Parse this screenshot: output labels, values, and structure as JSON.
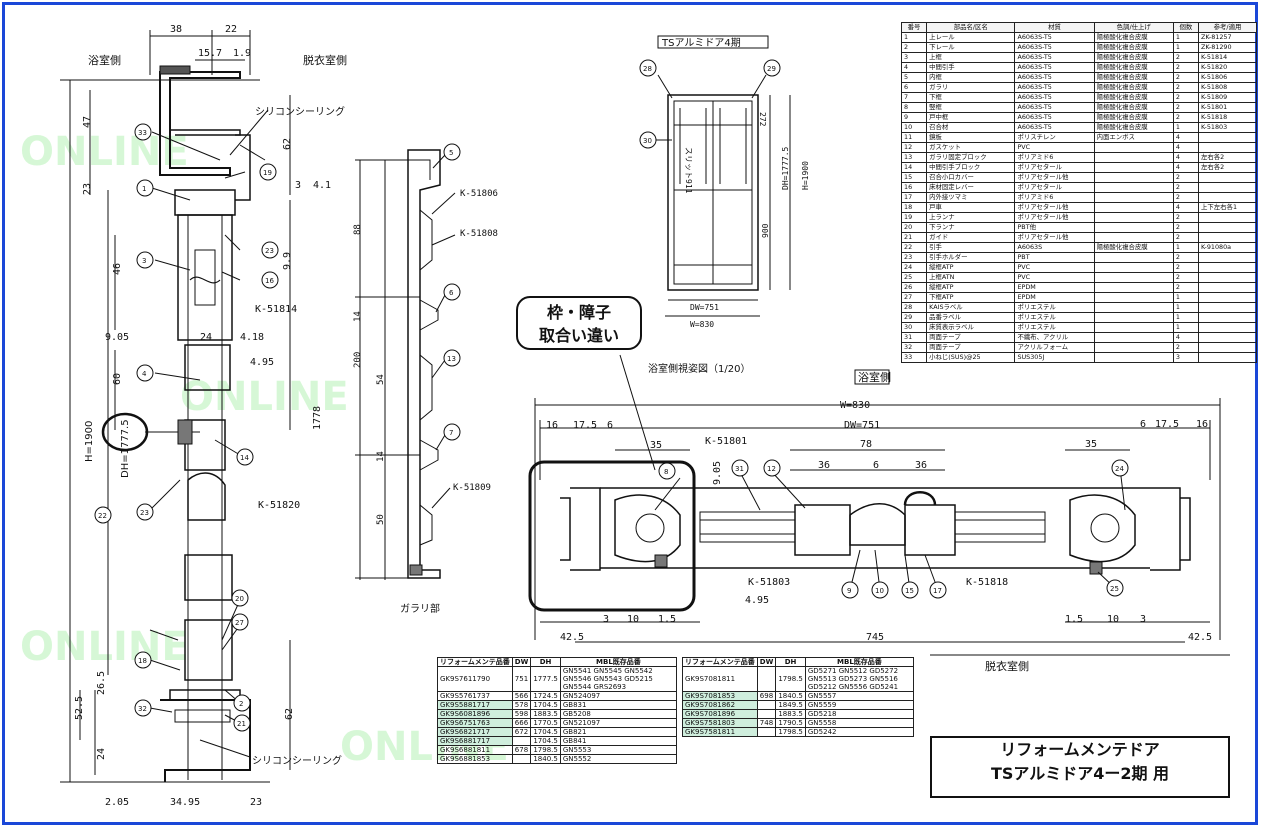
{
  "watermark": "ONLINE",
  "labels": {
    "bath_side_left": "浴室側",
    "dressing_side_left": "脱衣室側",
    "silicone_top": "シリコンシーリング",
    "silicone_bottom": "シリコンシーリング",
    "garari": "ガラリ部",
    "ts_door_title": "TSアルミドア4期",
    "bath_view": "浴室側視姿図（1/20）",
    "bath_side_right": "浴室側",
    "dressing_side_right": "脱衣室側",
    "callout_line1": "枠・障子",
    "callout_line2": "取合い違い",
    "h1900": "H=1900",
    "dh17775": "DH=1777.5"
  },
  "dims_left": {
    "d38": "38",
    "d22": "22",
    "d157": "15.7",
    "d19": "1.9",
    "d47": "47",
    "d62a": "62",
    "d23": "23",
    "d3": "3",
    "d41": "4.1",
    "d99": "9.9",
    "d46": "46",
    "d905": "9.05",
    "d24": "24",
    "d418": "4.18",
    "d495": "4.95",
    "d60": "60",
    "d1778": "1778",
    "d265": "26.5",
    "d525": "52.5",
    "d24b": "24",
    "d62b": "62",
    "d205": "2.05",
    "d3495": "34.95",
    "d23b": "23"
  },
  "codes_left": [
    "K-51814",
    "K-51820"
  ],
  "codes_mid": [
    "K-51806",
    "K-51808",
    "K-51809"
  ],
  "dims_mid": [
    "88",
    "14",
    "200",
    "54",
    "14",
    "50"
  ],
  "dims_door": {
    "dh": "DH=1777.5",
    "h": "H=1900",
    "dw": "DW=751",
    "w": "W=830",
    "d272": "272",
    "d900": "900",
    "slit": "スリット911"
  },
  "section": {
    "w": "W=830",
    "dw": "DW=751",
    "d16": "16",
    "d175a": "17.5",
    "d6a": "6",
    "d35a": "35",
    "code1": "K-51801",
    "d78": "78",
    "d36a": "36",
    "d6b": "6",
    "d36b": "36",
    "d35b": "35",
    "d6c": "6",
    "d175b": "17.5",
    "d16b": "16",
    "d905": "9.05",
    "code2": "K-51803",
    "code3": "K-51818",
    "d495": "4.95",
    "d3": "3",
    "d10": "10",
    "d15": "1.5",
    "d425a": "42.5",
    "d745": "745",
    "d15b": "1.5",
    "d10b": "10",
    "d3b": "3",
    "d425b": "42.5",
    "d24": "24"
  },
  "bubbles_left": [
    "33",
    "19",
    "1",
    "23",
    "3",
    "16",
    "4",
    "14",
    "22",
    "23",
    "20",
    "27",
    "18",
    "2",
    "21",
    "32"
  ],
  "bubbles_mid": [
    "5",
    "6",
    "13",
    "7"
  ],
  "bubbles_sec": [
    "8",
    "31",
    "12",
    "24",
    "9",
    "10",
    "15",
    "17",
    "25",
    "28",
    "29",
    "30"
  ],
  "parts_table": {
    "headers": [
      "番号",
      "部品名/区名",
      "材質",
      "色調/仕上げ",
      "個数",
      "参考/適用"
    ],
    "rows": [
      [
        "1",
        "上レール",
        "A6063S-T5",
        "陽極酸化複合皮膜",
        "1",
        "ZK-81257"
      ],
      [
        "2",
        "下レール",
        "A6063S-T5",
        "陽極酸化複合皮膜",
        "1",
        "ZK-81290"
      ],
      [
        "3",
        "上框",
        "A6063S-T5",
        "陽極酸化複合皮膜",
        "2",
        "K-51814"
      ],
      [
        "4",
        "中間引手",
        "A6063S-T5",
        "陽極酸化複合皮膜",
        "2",
        "K-51820"
      ],
      [
        "5",
        "内框",
        "A6063S-T5",
        "陽極酸化複合皮膜",
        "2",
        "K-51806"
      ],
      [
        "6",
        "ガラリ",
        "A6063S-T5",
        "陽極酸化複合皮膜",
        "2",
        "K-51808"
      ],
      [
        "7",
        "下框",
        "A6063S-T5",
        "陽極酸化複合皮膜",
        "2",
        "K-51809"
      ],
      [
        "8",
        "竪框",
        "A6063S-T5",
        "陽極酸化複合皮膜",
        "2",
        "K-51801"
      ],
      [
        "9",
        "戸中框",
        "A6063S-T5",
        "陽極酸化複合皮膜",
        "2",
        "K-51818"
      ],
      [
        "10",
        "召合材",
        "A6063S-T5",
        "陽極酸化複合皮膜",
        "1",
        "K-51803"
      ],
      [
        "11",
        "鏡板",
        "ポリスチレン",
        "内面エンボス",
        "4",
        ""
      ],
      [
        "12",
        "ガスケット",
        "PVC",
        "",
        "4",
        ""
      ],
      [
        "13",
        "ガラリ固定ブロック",
        "ポリアミド6",
        "",
        "4",
        "左右各2"
      ],
      [
        "14",
        "中間引手ブロック",
        "ポリアセタール",
        "",
        "4",
        "左右各2"
      ],
      [
        "15",
        "召合小口カバー",
        "ポリアセタール他",
        "",
        "2",
        ""
      ],
      [
        "16",
        "床材固定レバー",
        "ポリアセタール",
        "",
        "2",
        ""
      ],
      [
        "17",
        "内外接ツマミ",
        "ポリアミド6",
        "",
        "2",
        ""
      ],
      [
        "18",
        "戸車",
        "ポリアセタール他",
        "",
        "4",
        "上下左右各1"
      ],
      [
        "19",
        "上ランナ",
        "ポリアセタール他",
        "",
        "2",
        ""
      ],
      [
        "20",
        "下ランナ",
        "PBT他",
        "",
        "2",
        ""
      ],
      [
        "21",
        "ガイド",
        "ポリアセタール他",
        "",
        "2",
        ""
      ],
      [
        "22",
        "引手",
        "A6063S",
        "陽極酸化複合皮膜",
        "1",
        "K-91080a"
      ],
      [
        "23",
        "引手ホルダー",
        "PBT",
        "",
        "2",
        ""
      ],
      [
        "24",
        "縦框ATP",
        "PVC",
        "",
        "2",
        ""
      ],
      [
        "25",
        "上框ATN",
        "PVC",
        "",
        "2",
        ""
      ],
      [
        "26",
        "縦框ATP",
        "EPDM",
        "",
        "2",
        ""
      ],
      [
        "27",
        "下框ATP",
        "EPDM",
        "",
        "1",
        ""
      ],
      [
        "28",
        "KAISラベル",
        "ポリエステル",
        "",
        "1",
        ""
      ],
      [
        "29",
        "品番ラベル",
        "ポリエステル",
        "",
        "1",
        ""
      ],
      [
        "30",
        "床質表示ラベル",
        "ポリエステル",
        "",
        "1",
        ""
      ],
      [
        "31",
        "両面テープ",
        "不織布、アクリル",
        "",
        "4",
        ""
      ],
      [
        "32",
        "両面テープ",
        "アクリルフォーム",
        "",
        "2",
        ""
      ],
      [
        "33",
        "小ねじ(SUS)@25",
        "SUS305J",
        "",
        "3",
        ""
      ]
    ]
  },
  "maint_left": {
    "headers": [
      "リフォームメンテ品番",
      "DW",
      "DH",
      "MBL既存品番"
    ],
    "rows": [
      [
        "GK9S7611790",
        "751",
        "1777.5",
        "GN5541 GN5545 GN5542 GN5546 GN5543 GD5215 GN5544 GRS2693"
      ],
      [
        "GK9S5761737",
        "566",
        "1724.5",
        "GN524097"
      ],
      [
        "GK9S5881717",
        "578",
        "1704.5",
        "GB831"
      ],
      [
        "GK9S6081896",
        "598",
        "1883.5",
        "GB5208"
      ],
      [
        "GK9S6751763",
        "666",
        "1770.5",
        "GN521097"
      ],
      [
        "GK9S6821717",
        "672",
        "1704.5",
        "GB821"
      ],
      [
        "GK9S6881717",
        "",
        "1704.5",
        "GB841"
      ],
      [
        "GK9S6881811",
        "678",
        "1798.5",
        "GN5553"
      ],
      [
        "GK9S6881853",
        "",
        "1840.5",
        "GN5552"
      ]
    ]
  },
  "maint_right": {
    "headers": [
      "リフォームメンテ品番",
      "DW",
      "DH",
      "MBL既存品番"
    ],
    "rows": [
      [
        "GK9S7081811",
        "",
        "1798.5",
        "GD5271 GN5512 GD5272 GN5513 GD5273 GN5516 GD5212 GN5556 GD5241"
      ],
      [
        "GK9S7081853",
        "698",
        "1840.5",
        "GN5557"
      ],
      [
        "GK9S7081862",
        "",
        "1849.5",
        "GN5559"
      ],
      [
        "GK9S7081896",
        "",
        "1883.5",
        "GD5218"
      ],
      [
        "GK9S7581803",
        "748",
        "1790.5",
        "GN5558"
      ],
      [
        "GK9S7581811",
        "",
        "1798.5",
        "GD5242"
      ]
    ]
  },
  "title_block": {
    "line1": "リフォームメンテドア",
    "line2": "TSアルミドア4ー2期 用"
  }
}
